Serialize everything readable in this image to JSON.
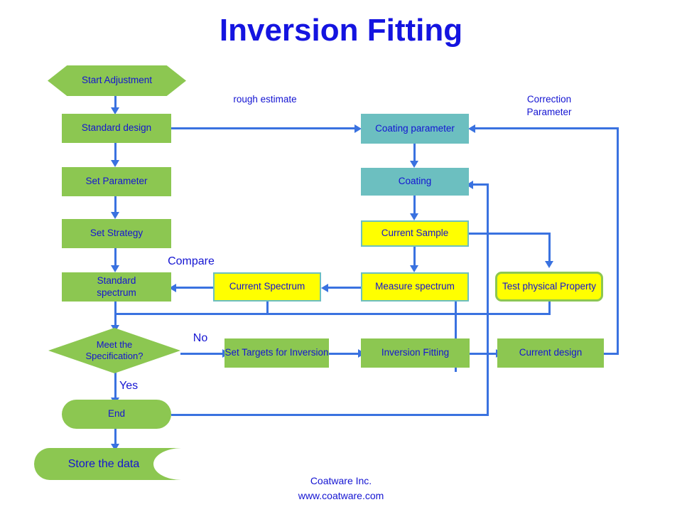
{
  "title": "Inversion Fitting",
  "colors": {
    "title": "#1414e0",
    "text": "#1414d2",
    "green": "#8cc751",
    "teal": "#6cbfc0",
    "yellow": "#ffff00",
    "connector": "#3a72e0",
    "background": "#ffffff"
  },
  "nodes": {
    "start": "Start Adjustment",
    "standard_design": "Standard  design",
    "set_parameter": "Set Parameter",
    "set_strategy": "Set Strategy",
    "standard_spectrum": "Standard spectrum",
    "decision": "Meet the Specification?",
    "end": "End",
    "store": "Store the data",
    "coating_parameter": "Coating parameter",
    "coating": "Coating",
    "current_sample": "Current  Sample",
    "measure_spectrum": "Measure spectrum",
    "current_spectrum": "Current Spectrum",
    "test_physical_property": "Test  physical Property",
    "set_targets": "Set Targets  for Inversion",
    "inversion_fitting": "Inversion  Fitting",
    "current_design": "Current  design"
  },
  "edge_labels": {
    "rough_estimate": "rough estimate",
    "correction_parameter": "Correction Parameter",
    "compare": "Compare",
    "no": "No",
    "yes": "Yes"
  },
  "footer": {
    "company": "Coatware Inc.",
    "website": "www.coatware.com"
  }
}
